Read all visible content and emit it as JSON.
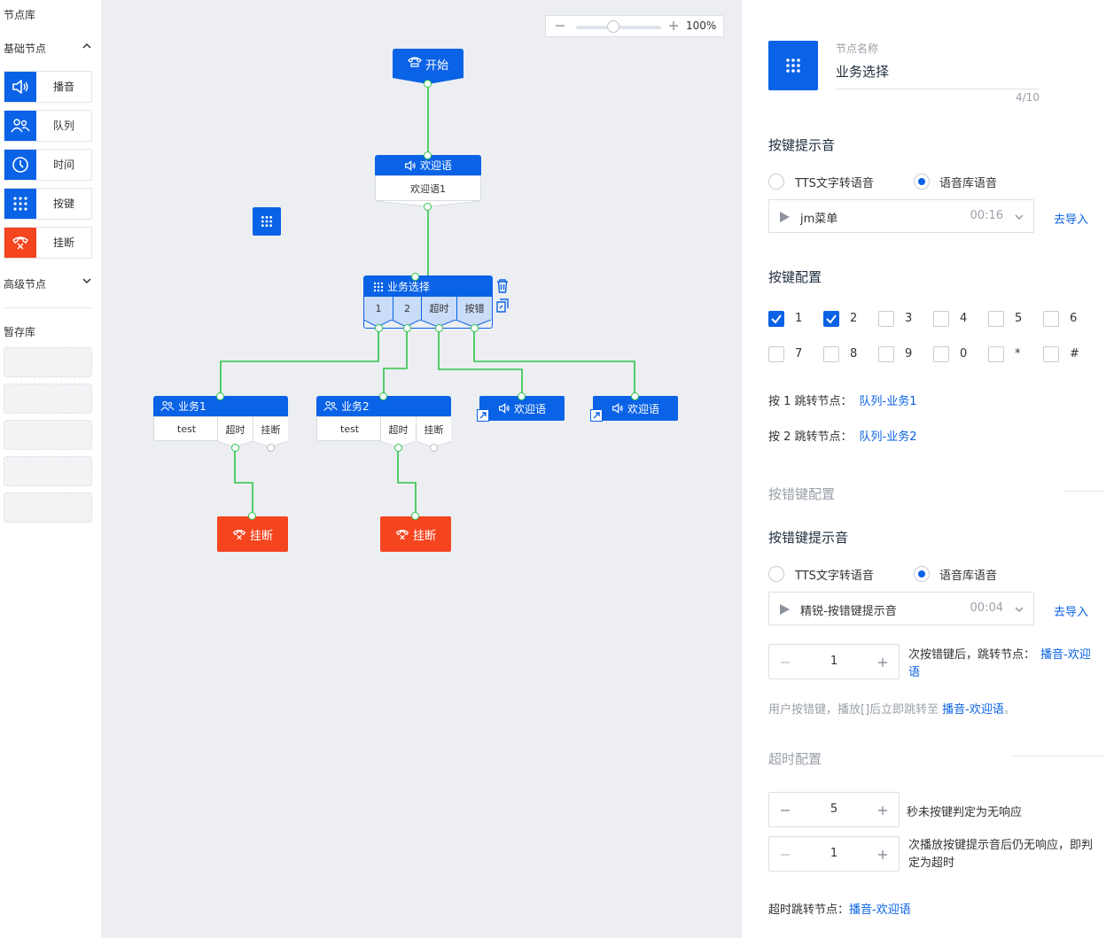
{
  "left": {
    "title": "节点库",
    "basic_title": "基础节点",
    "nodes": [
      {
        "label": "播音",
        "icon": "speaker-icon"
      },
      {
        "label": "队列",
        "icon": "people-icon"
      },
      {
        "label": "时间",
        "icon": "clock-icon"
      },
      {
        "label": "按键",
        "icon": "keypad-icon"
      },
      {
        "label": "挂断",
        "icon": "hangup-icon"
      }
    ],
    "advanced_title": "高级节点",
    "storage_title": "暂存库"
  },
  "canvas": {
    "zoom": "100%",
    "zoom_level": 1.0,
    "start_label": "开始",
    "welcome_title": "欢迎语",
    "welcome_body": "欢迎语1",
    "biz_title": "业务选择",
    "biz_tags": [
      "1",
      "2",
      "超时",
      "按错"
    ],
    "b1_title": "业务1",
    "b1_body": "test",
    "b1_tags": [
      "超时",
      "挂断"
    ],
    "b2_title": "业务2",
    "b2_body": "test",
    "b2_tags": [
      "超时",
      "挂断"
    ],
    "w2_title": "欢迎语",
    "w3_title": "欢迎语",
    "hang1_label": "挂断",
    "hang2_label": "挂断"
  },
  "right": {
    "node_name_label": "节点名称",
    "node_name_value": "业务选择",
    "node_name_count": "4/10",
    "key_prompt_title": "按键提示音",
    "opt_tts": "TTS文字转语音",
    "opt_lib": "语音库语音",
    "audio1_name": "jm菜单",
    "audio1_time": "00:16",
    "import_label": "去导入",
    "key_config_title": "按键配置",
    "keys": [
      {
        "label": "1",
        "checked": true
      },
      {
        "label": "2",
        "checked": true
      },
      {
        "label": "3",
        "checked": false
      },
      {
        "label": "4",
        "checked": false
      },
      {
        "label": "5",
        "checked": false
      },
      {
        "label": "6",
        "checked": false
      },
      {
        "label": "7",
        "checked": false
      },
      {
        "label": "8",
        "checked": false
      },
      {
        "label": "9",
        "checked": false
      },
      {
        "label": "0",
        "checked": false
      },
      {
        "label": "*",
        "checked": false
      },
      {
        "label": "#",
        "checked": false
      }
    ],
    "jump1_label": "按 1 跳转节点：",
    "jump1_value": "队列-业务1",
    "jump2_label": "按 2 跳转节点：",
    "jump2_value": "队列-业务2",
    "wrong_config_title": "按错键配置",
    "wrong_prompt_title": "按错键提示音",
    "opt_tts2": "TTS文字转语音",
    "opt_lib2": "语音库语音",
    "audio2_name": "精锐-按错键提示音",
    "audio2_time": "00:04",
    "import_label2": "去导入",
    "wrong_count": "1",
    "wrong_after_text": "次按错键后，跳转节点：",
    "wrong_after_link": "播音-欢迎语",
    "hint_prefix": "用户按错键，播放[]后立即跳转至",
    "hint_link": "播音-欢迎语",
    "hint_suffix": "。",
    "timeout_title": "超时配置",
    "timeout_sec": "5",
    "timeout_sec_text": "秒未按键判定为无响应",
    "timeout_times": "1",
    "timeout_times_text": "次播放按键提示音后仍无响应，即判定为超时",
    "timeout_jump_label": "超时跳转节点：",
    "timeout_jump_value": "播音-欢迎语"
  },
  "colors": {
    "primary": "#0a62e6",
    "danger": "#f5451f",
    "line": "#2ec34a",
    "canvas_bg": "#eceef2"
  }
}
